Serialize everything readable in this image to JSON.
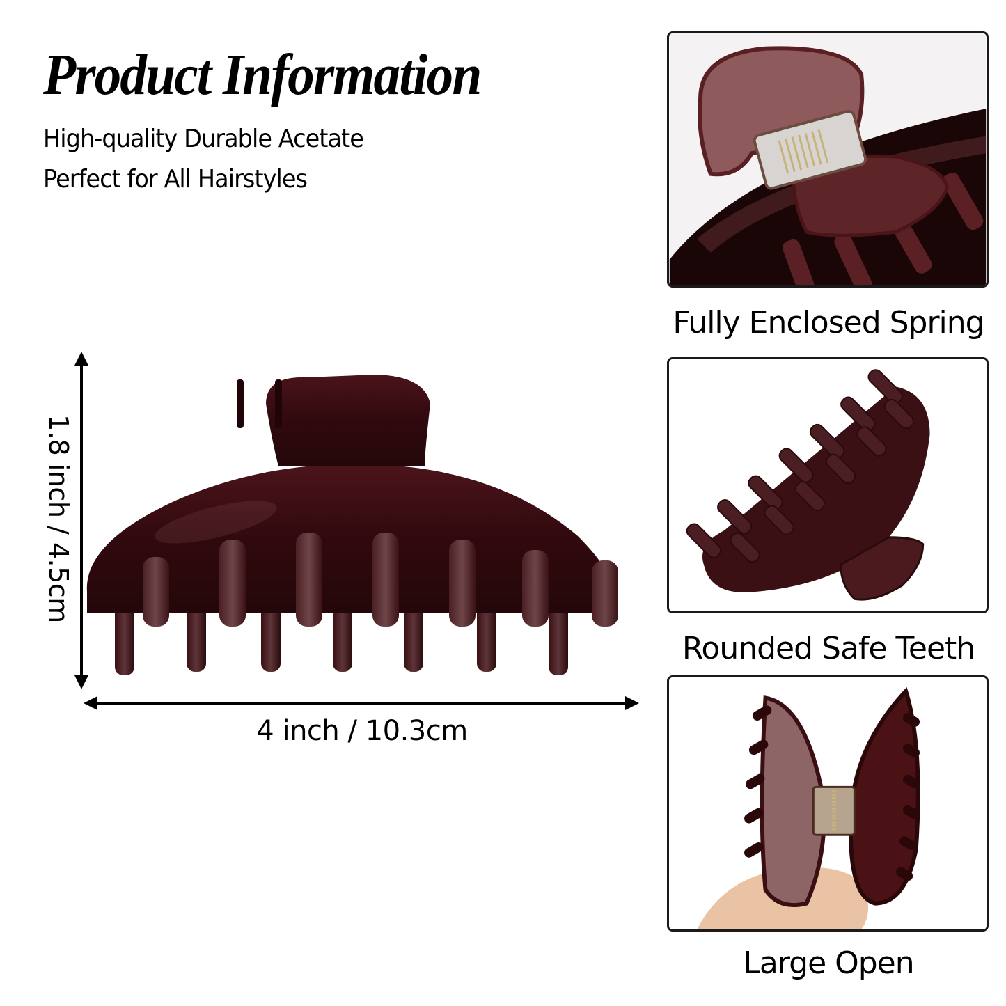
{
  "header": {
    "title": "Product Information",
    "features_text": [
      "High-quality Durable Acetate",
      "Perfect for All Hairstyles"
    ]
  },
  "dimensions": {
    "height_label": "1.8 inch  / 4.5cm",
    "width_label": "4 inch / 10.3cm"
  },
  "main_image": {
    "subject": "claw-hair-clip",
    "color": "#3a0d12",
    "teeth_count": 13
  },
  "feature_panels": [
    {
      "caption": "Fully Enclosed Spring",
      "image": "spring-closeup"
    },
    {
      "caption": "Rounded Safe Teeth",
      "image": "teeth-side-view"
    },
    {
      "caption": "Large Open",
      "image": "clip-open-in-hand"
    }
  ],
  "colors": {
    "background": "#ffffff",
    "text": "#000000",
    "clip_dark": "#2e0a0e",
    "clip_mid": "#4a1418",
    "clip_light": "#6b3a3c",
    "panel_border": "#1a1a1a",
    "spring_gold": "#c8b27a"
  }
}
